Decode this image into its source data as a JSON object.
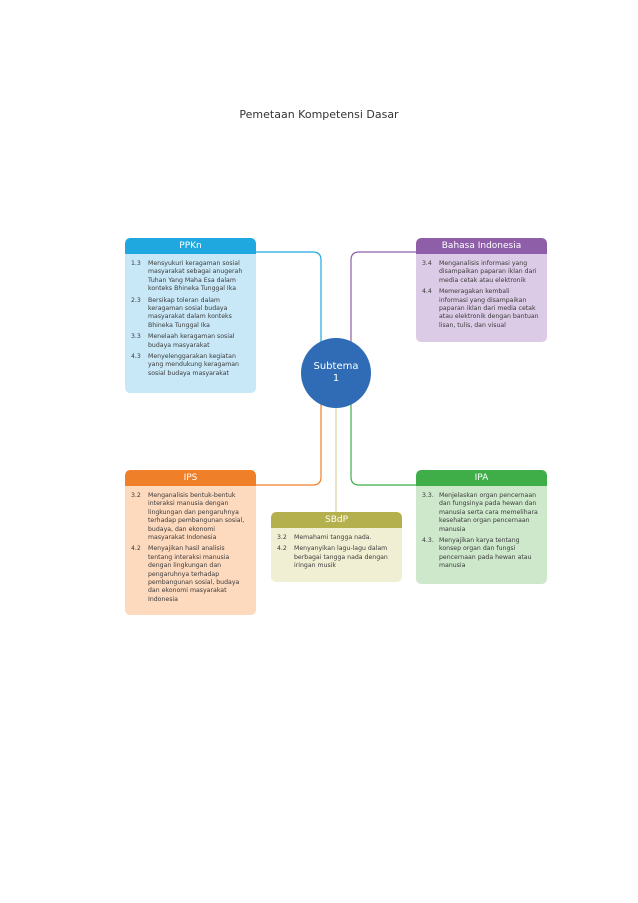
{
  "title": "Pemetaan Kompetensi Dasar",
  "center": {
    "line1": "Subtema",
    "line2": "1",
    "color": "#2f6cb5"
  },
  "boxes": {
    "ppkn": {
      "title": "PPKn",
      "header_color": "#1fa8e0",
      "body_color": "#c8e8f8",
      "items": [
        {
          "num": "1.3",
          "text": "Mensyukuri keragaman sosial masyarakat sebagai anugerah Tuhan Yang Maha Esa dalam konteks Bhineka Tunggal Ika"
        },
        {
          "num": "2.3",
          "text": "Bersikap toleran dalam keragaman sosial budaya masyarakat dalam konteks Bhineka Tunggal Ika"
        },
        {
          "num": "3.3",
          "text": "Menelaah keragaman sosial budaya masyarakat"
        },
        {
          "num": "4.3",
          "text": "Menyelenggarakan kegiatan yang mendukung keragaman sosial budaya masyarakat"
        }
      ]
    },
    "bahasa": {
      "title": "Bahasa Indonesia",
      "header_color": "#8e5fa8",
      "body_color": "#dccbe6",
      "items": [
        {
          "num": "3.4",
          "text": "Menganalisis informasi yang disampaikan paparan iklan dari media cetak atau elektronik"
        },
        {
          "num": "4.4",
          "text": "Memeragakan kembali informasi yang disampaikan paparan iklan dari media cetak atau elektronik dengan bantuan lisan, tulis, dan visual"
        }
      ]
    },
    "ips": {
      "title": "IPS",
      "header_color": "#f07f2a",
      "body_color": "#fdd9bd",
      "items": [
        {
          "num": "3.2",
          "text": "Menganalisis bentuk-bentuk interaksi manusia dengan lingkungan dan pengaruhnya terhadap pembangunan sosial, budaya, dan ekonomi masyarakat Indonesia"
        },
        {
          "num": "4.2",
          "text": "Menyajikan hasil analisis tentang interaksi manusia dengan lingkungan dan pengaruhnya terhadap pembangunan sosial, budaya dan ekonomi masyarakat Indonesia"
        }
      ]
    },
    "sbdp": {
      "title": "SBdP",
      "header_color": "#b5b04e",
      "body_color": "#f1efd3",
      "items": [
        {
          "num": "3.2",
          "text": "Memahami tangga nada."
        },
        {
          "num": "4.2",
          "text": "Menyanyikan lagu-lagu dalam berbagai tangga nada dengan iringan musik"
        }
      ]
    },
    "ipa": {
      "title": "IPA",
      "header_color": "#3fae49",
      "body_color": "#cde8cb",
      "items": [
        {
          "num": "3.3.",
          "text": "Menjelaskan organ pencernaan dan fungsinya pada hewan dan manusia serta cara memelihara kesehatan organ pencernaan manusia"
        },
        {
          "num": "4.3.",
          "text": "Menyajikan karya tentang konsep organ dan fungsi pencernaan pada hewan atau manusia"
        }
      ]
    }
  }
}
